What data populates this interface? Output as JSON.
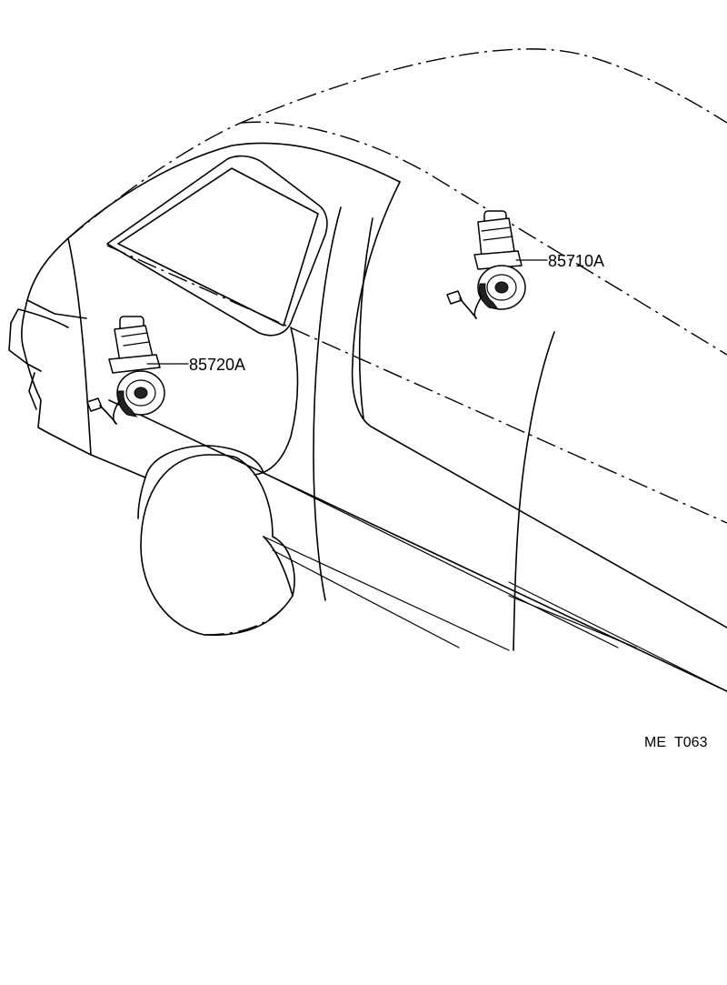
{
  "parts": [
    {
      "id": "rear-motor",
      "label": "85720A"
    },
    {
      "id": "front-motor",
      "label": "85710A"
    }
  ],
  "drawing_code": {
    "prefix": "ME",
    "number": "T063"
  }
}
